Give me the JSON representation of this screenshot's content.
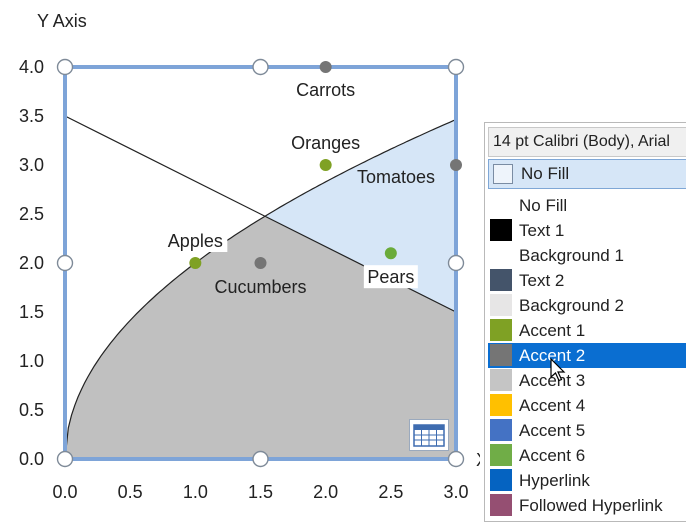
{
  "chart_data": {
    "type": "scatter",
    "ylabel": "Y Axis",
    "xlabel": "X",
    "xlim": [
      0,
      3
    ],
    "ylim": [
      0,
      4
    ],
    "x_ticks": [
      "0.0",
      "0.5",
      "1.0",
      "1.5",
      "2.0",
      "2.5",
      "3.0"
    ],
    "y_ticks": [
      "0.0",
      "0.5",
      "1.0",
      "1.5",
      "2.0",
      "2.5",
      "3.0",
      "3.5",
      "4.0"
    ],
    "points": [
      {
        "label": "Apples",
        "x": 1.0,
        "y": 2.0,
        "color": "#7fa124"
      },
      {
        "label": "Oranges",
        "x": 2.0,
        "y": 3.0,
        "color": "#7fa124"
      },
      {
        "label": "Pears",
        "x": 2.5,
        "y": 2.1,
        "color": "#6aab3a"
      },
      {
        "label": "Cucumbers",
        "x": 1.5,
        "y": 2.0,
        "color": "#757575"
      },
      {
        "label": "Carrots",
        "x": 2.0,
        "y": 4.0,
        "color": "#757575"
      },
      {
        "label": "Tomatoes",
        "x": 3.0,
        "y": 3.0,
        "color": "#757575"
      }
    ],
    "line": {
      "from": [
        0,
        3.5
      ],
      "to": [
        3,
        1.5
      ]
    },
    "curve": {
      "formula": "y = 2*sqrt(x)",
      "x_range": [
        0,
        3
      ]
    },
    "fills": {
      "under_curve": "#c0c0c0",
      "between": "#d6e6f7"
    }
  },
  "panel": {
    "font_box": "14 pt Calibri (Body), Arial",
    "no_fill_label": "No Fill",
    "colors": [
      {
        "label": "No Fill",
        "color": ""
      },
      {
        "label": "Text 1",
        "color": "#000000"
      },
      {
        "label": "Background 1",
        "color": "#ffffff"
      },
      {
        "label": "Text 2",
        "color": "#44546a"
      },
      {
        "label": "Background 2",
        "color": "#e7e6e6"
      },
      {
        "label": "Accent 1",
        "color": "#7fa124"
      },
      {
        "label": "Accent 2",
        "color": "#757575"
      },
      {
        "label": "Accent 3",
        "color": "#c5c5c5"
      },
      {
        "label": "Accent 4",
        "color": "#ffc000"
      },
      {
        "label": "Accent 5",
        "color": "#4472c4"
      },
      {
        "label": "Accent 6",
        "color": "#70ad47"
      },
      {
        "label": "Hyperlink",
        "color": "#0563c1"
      },
      {
        "label": "Followed Hyperlink",
        "color": "#954f72"
      }
    ],
    "selected": "Accent 2"
  }
}
